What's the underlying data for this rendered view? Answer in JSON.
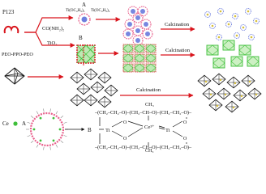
{
  "labels": {
    "p123": "P123",
    "peo_ppo_peo": "PEO-PPO-PEO",
    "co_nh2_2": "CO(NH₂)₂",
    "ti_precursor": "Ti(OC₄H₉)₄",
    "tio2": "TiO₂",
    "a": "A",
    "b": "B",
    "ce": "Ce",
    "ce_a_caption": "A",
    "calcination": "Calcination"
  },
  "formula": {
    "top_chain": "–(CH₂–CH₂–O)–(CH₂–CH–O)–(CH₂–CH₂–O)–",
    "ch3": "CH₃",
    "b_label": "B",
    "ti": "Ti",
    "ce3plus": "Ce³⁺",
    "o": "O",
    "bottom_chain": "–(CH₂–CH₂–O)–(CH₂–CH–O)–(CH₂–CH₂–O)–"
  },
  "colors": {
    "arrow": "#d9141c",
    "micelle_pink": "#e8608c",
    "micelle_blue": "#4a5fd6",
    "green": "#3fbf3a",
    "red_frame": "#d9141c",
    "dark": "#111111",
    "product_yellow": "#d8c03a"
  }
}
